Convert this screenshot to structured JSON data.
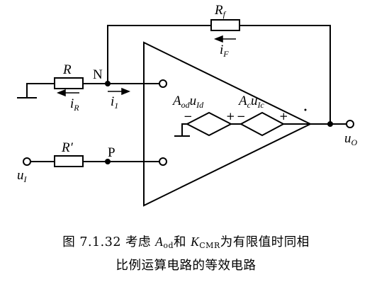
{
  "diagram": {
    "resistor_feedback": {
      "name": "R",
      "sub": "f"
    },
    "current_feedback": {
      "name": "i",
      "sub": "F"
    },
    "resistor_input": "R",
    "current_r": {
      "name": "i",
      "sub": "R"
    },
    "current_1": {
      "name": "i",
      "sub": "1"
    },
    "node_n": "N",
    "node_p": "P",
    "resistor_p": "R′",
    "input_voltage": {
      "name": "u",
      "sub": "I"
    },
    "output_voltage": {
      "name": "u",
      "sub": "O"
    },
    "diff_source": {
      "gain": "A",
      "gain_sub": "od",
      "var": "u",
      "var_sub": "Id"
    },
    "common_source": {
      "gain": "A",
      "gain_sub": "c",
      "var": "u",
      "var_sub": "Ic"
    },
    "plus_sign": "+",
    "minus_sign": "−"
  },
  "caption": {
    "line1_prefix": "图 7.1.32   考虑 ",
    "aod_main": "A",
    "aod_sub": "od",
    "and_text": "和 ",
    "kcmr_main": "K",
    "kcmr_sub": "CMR",
    "line1_suffix": "为有限值时同相",
    "line2": "比例运算电路的等效电路"
  }
}
